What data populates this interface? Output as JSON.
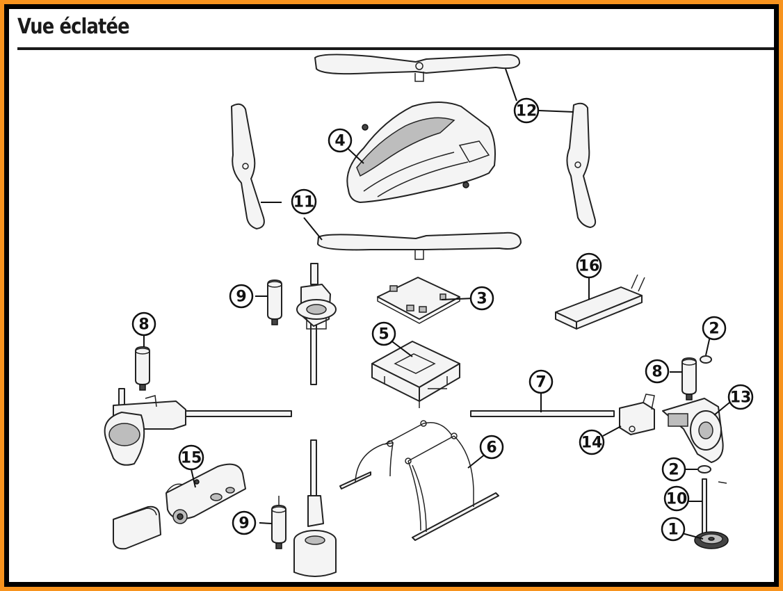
{
  "header": {
    "title": "Vue éclatée"
  },
  "colors": {
    "border_accent": "#f7931e",
    "ink": "#111111",
    "paper": "#ffffff"
  },
  "callouts": [
    {
      "id": "1",
      "label": "1"
    },
    {
      "id": "2a",
      "label": "2"
    },
    {
      "id": "2b",
      "label": "2"
    },
    {
      "id": "3",
      "label": "3"
    },
    {
      "id": "4",
      "label": "4"
    },
    {
      "id": "5",
      "label": "5"
    },
    {
      "id": "6",
      "label": "6"
    },
    {
      "id": "7",
      "label": "7"
    },
    {
      "id": "8a",
      "label": "8"
    },
    {
      "id": "8b",
      "label": "8"
    },
    {
      "id": "9a",
      "label": "9"
    },
    {
      "id": "9b",
      "label": "9"
    },
    {
      "id": "10",
      "label": "10"
    },
    {
      "id": "11",
      "label": "11"
    },
    {
      "id": "12",
      "label": "12"
    },
    {
      "id": "13",
      "label": "13"
    },
    {
      "id": "14",
      "label": "14"
    },
    {
      "id": "15",
      "label": "15"
    },
    {
      "id": "16",
      "label": "16"
    }
  ]
}
